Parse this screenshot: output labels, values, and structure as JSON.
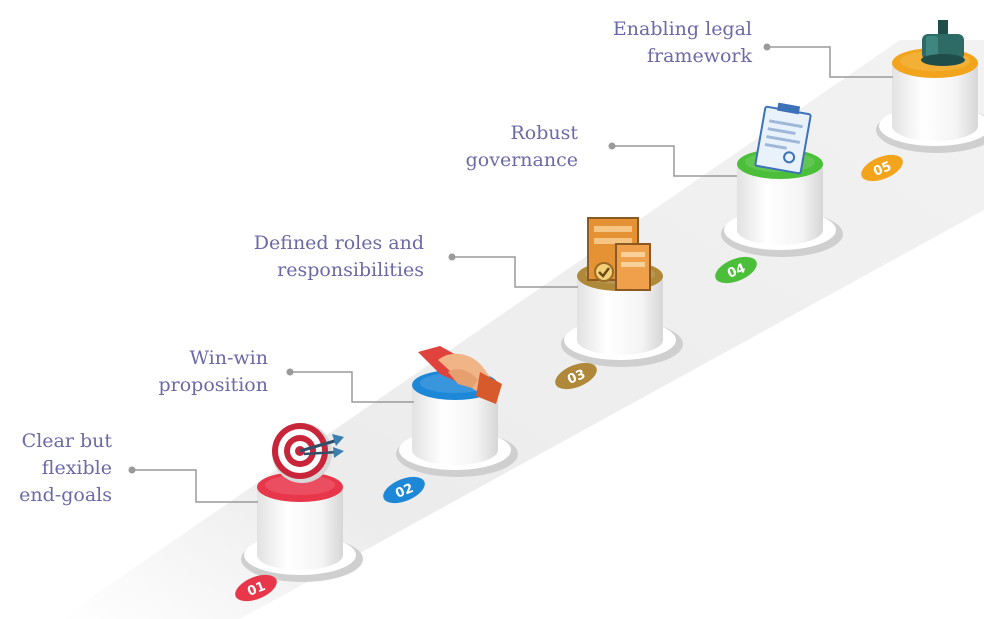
{
  "steps": [
    {
      "number": "01",
      "label_lines": [
        "Clear but",
        "flexible",
        "end-goals"
      ],
      "icon": "target-icon",
      "color": "#e8364a"
    },
    {
      "number": "02",
      "label_lines": [
        "Win-win",
        "proposition"
      ],
      "icon": "handshake-icon",
      "color": "#1e88d8"
    },
    {
      "number": "03",
      "label_lines": [
        "Defined roles and",
        "responsibilities"
      ],
      "icon": "documents-check-icon",
      "color": "#b0883a"
    },
    {
      "number": "04",
      "label_lines": [
        "Robust",
        "governance"
      ],
      "icon": "clipboard-icon",
      "color": "#4cbf3a"
    },
    {
      "number": "05",
      "label_lines": [
        "Enabling legal",
        "framework"
      ],
      "icon": "gavel-icon",
      "color": "#f2a51c"
    }
  ]
}
